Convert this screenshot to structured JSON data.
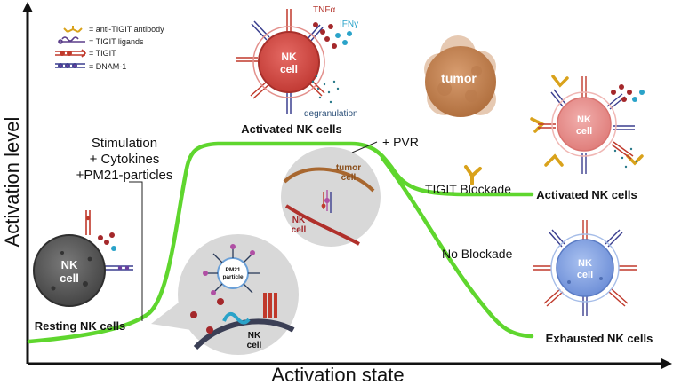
{
  "axes": {
    "x_label": "Activation state",
    "y_label": "Activation level"
  },
  "legend": {
    "items": [
      {
        "label": "= anti-TIGIT  antibody",
        "icon": "antibody-icon",
        "color": "#d9a21b"
      },
      {
        "label": "= TIGIT ligands",
        "icon": "ligand-icon",
        "color": "#5b3e8a"
      },
      {
        "label": "= TIGIT",
        "icon": "tigit-icon",
        "color": "#c0392b"
      },
      {
        "label": "= DNAM-1",
        "icon": "dnam1-icon",
        "color": "#3b3f8f"
      }
    ]
  },
  "stimulation": {
    "line1": "Stimulation",
    "line2": "+ Cytokines",
    "line3": "+PM21-particles"
  },
  "cells": {
    "resting": {
      "title": "Resting NK cells",
      "label_top": "NK",
      "label_bottom": "cell"
    },
    "activated_top": {
      "title": "Activated NK cells",
      "label_top": "NK",
      "label_bottom": "cell"
    },
    "activated_right": {
      "title": "Activated NK cells",
      "label_top": "NK",
      "label_bottom": "cell"
    },
    "exhausted": {
      "title": "Exhausted NK cells",
      "label_top": "NK",
      "label_bottom": "cell"
    }
  },
  "secreted": {
    "tnfa": "TNFα",
    "ifng": "IFNγ",
    "degranulation": "degranulation"
  },
  "tumor": {
    "label": "tumor"
  },
  "pvr_label": "+ PVR",
  "branches": {
    "blockade": "TIGIT Blockade",
    "no_blockade": "No Blockade"
  },
  "insets": {
    "synapse": {
      "tumor_top": "tumor",
      "tumor_bottom": "cell",
      "nk_top": "NK",
      "nk_bottom": "cell"
    },
    "particle": {
      "pm21_top": "PM21",
      "pm21_bottom": "particle",
      "nk_top": "NK",
      "nk_bottom": "cell"
    }
  },
  "colors": {
    "curve": "#5fd62e",
    "resting_cell": "#5a5a5a",
    "activated_cell": "#d9534f",
    "activated_light": "#e8908f",
    "exhausted_cell": "#7d9ee0",
    "tumor": "#c6875a",
    "tnfa_text": "#b5372f",
    "ifng_text": "#2aa3c9",
    "degranulation_text": "#2b4f78"
  }
}
